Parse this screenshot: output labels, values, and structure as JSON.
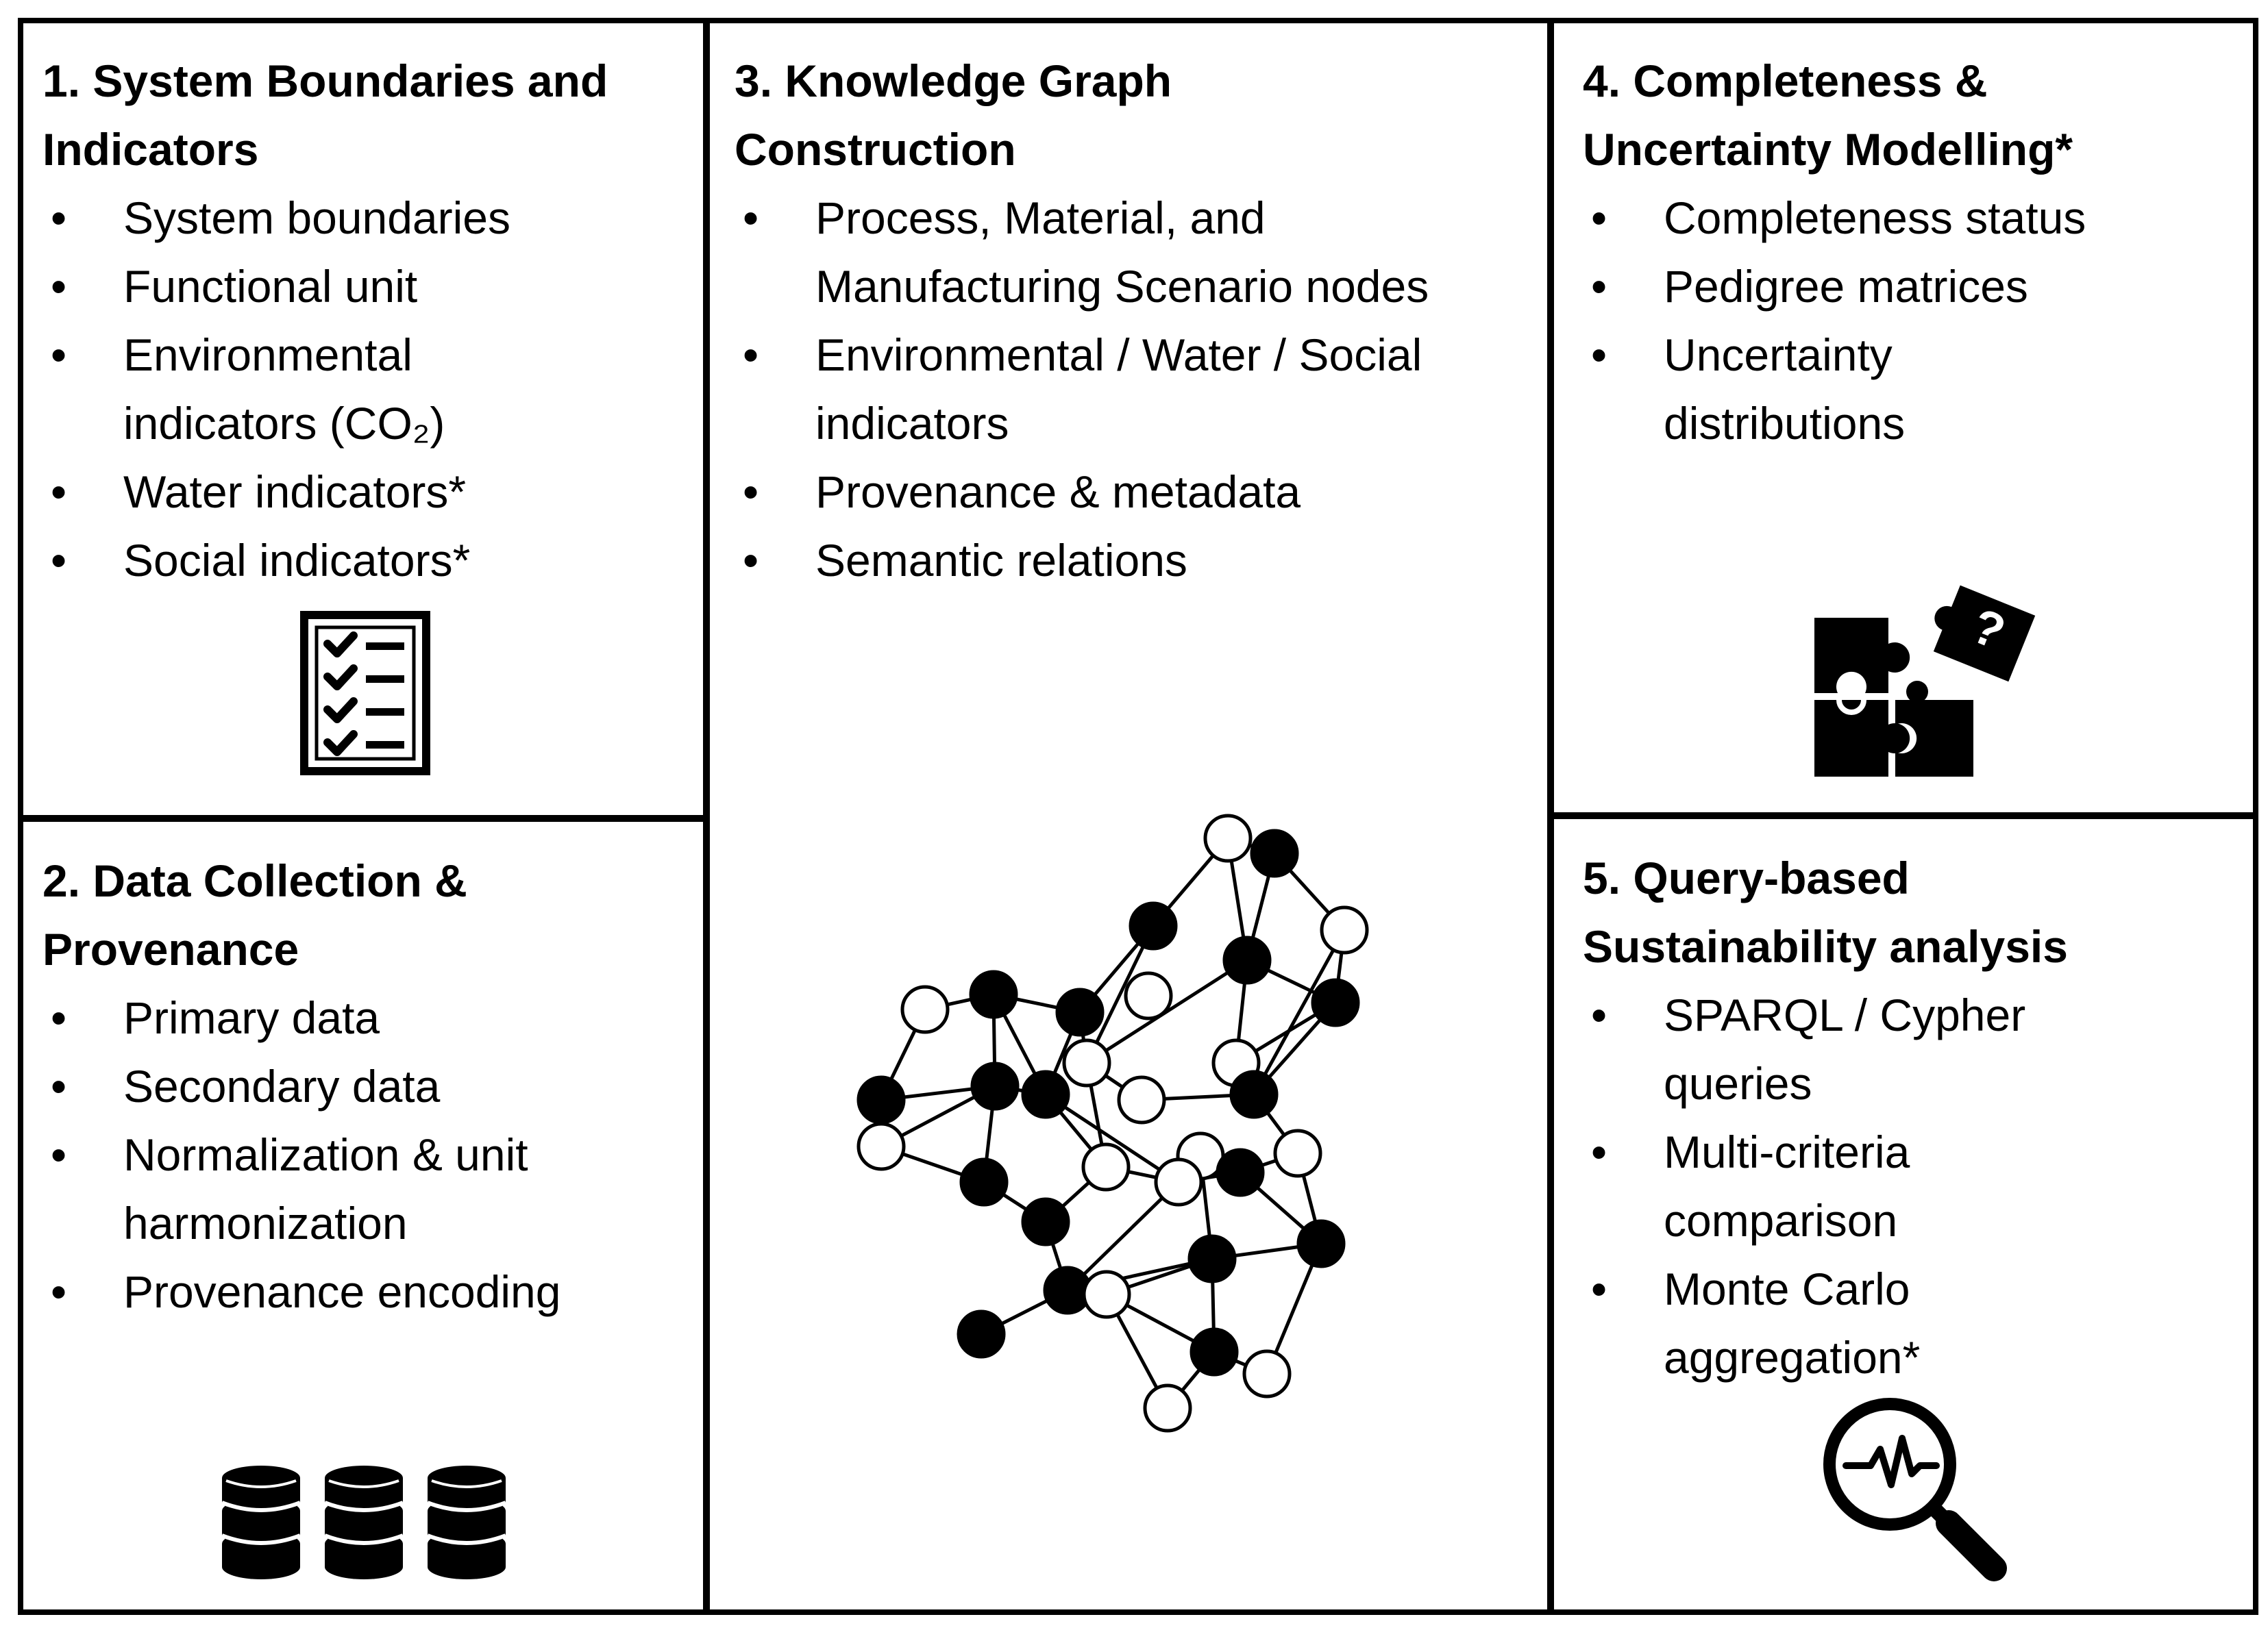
{
  "panels": {
    "p1": {
      "title_line1": "1. System Boundaries and",
      "title_line2": "Indicators",
      "items": [
        "System boundaries",
        "Functional unit",
        "Environmental",
        "indicators (CO₂)",
        "Water indicators*",
        "Social indicators*"
      ],
      "icon": "checklist-icon"
    },
    "p2": {
      "title_line1": "2. Data Collection &",
      "title_line2": "Provenance",
      "items": [
        "Primary data",
        "Secondary data",
        "Normalization & unit",
        "harmonization",
        "Provenance encoding"
      ],
      "icon": "database-icon"
    },
    "p3": {
      "title_line1": "3. Knowledge Graph",
      "title_line2": "Construction",
      "items": [
        "Process, Material, and",
        "Manufacturing Scenario nodes",
        "Environmental / Water / Social",
        "indicators",
        "Provenance & metadata",
        "Semantic relations"
      ],
      "icon": "knowledge-graph-network-icon"
    },
    "p4": {
      "title_line1": "4. Completeness &",
      "title_line2": "Uncertainty Modelling*",
      "items": [
        "Completeness status",
        "Pedigree matrices",
        "Uncertainty",
        "distributions"
      ],
      "icon": "puzzle-icon"
    },
    "p5": {
      "title_line1": "5. Query-based",
      "title_line2": "Sustainability analysis",
      "items": [
        "SPARQL / Cypher",
        "queries",
        "Multi-criteria",
        "comparison",
        "Monte Carlo",
        "aggregation*"
      ],
      "icon": "magnifier-icon"
    }
  },
  "colors": {
    "line": "#000000",
    "background": "#ffffff"
  }
}
